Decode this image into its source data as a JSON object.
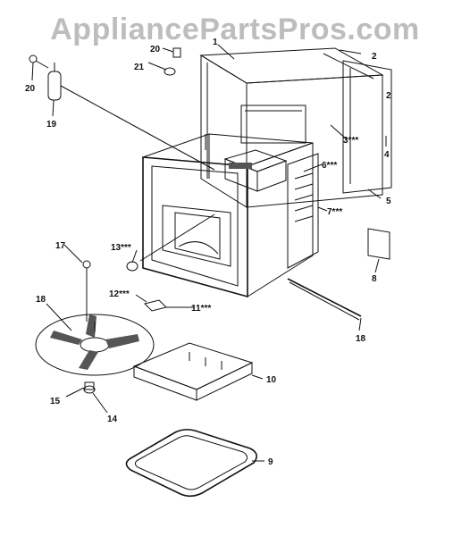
{
  "watermark": "AppliancePartsPros.com",
  "labels": {
    "p1": "1",
    "p2a": "2",
    "p2b": "2",
    "p3": "3***",
    "p4": "4",
    "p5": "5",
    "p6": "6***",
    "p7": "7***",
    "p8": "8",
    "p9": "9",
    "p10": "10",
    "p11": "11***",
    "p12": "12***",
    "p13": "13***",
    "p14": "14",
    "p15": "15",
    "p17": "17",
    "p18a": "18",
    "p18b": "18",
    "p19": "19",
    "p20a": "20",
    "p20b": "20",
    "p21": "21"
  }
}
